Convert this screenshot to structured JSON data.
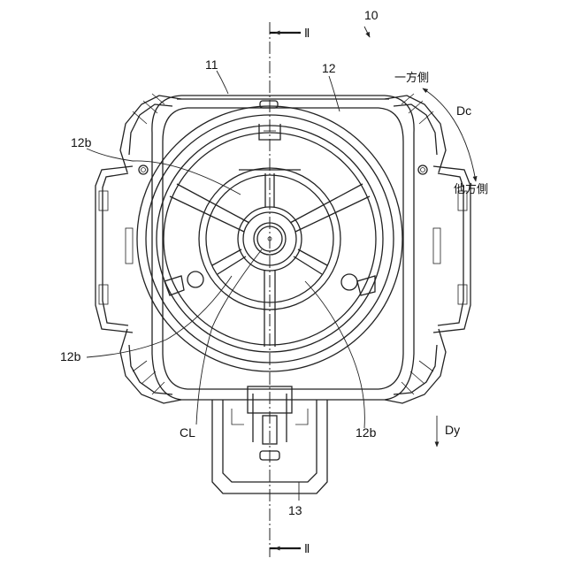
{
  "labels": {
    "assembly": "10",
    "housing": "11",
    "cover": "12",
    "connector": "13",
    "spoke_upper_left": "12b",
    "spoke_lower_left": "12b",
    "spoke_lower_right": "12b",
    "center_line": "CL",
    "section_top": "Ⅱ",
    "section_bottom": "Ⅱ",
    "dc_label": "Dc",
    "one_side": "一方側",
    "other_side": "他方側",
    "dy_label": "Dy"
  }
}
